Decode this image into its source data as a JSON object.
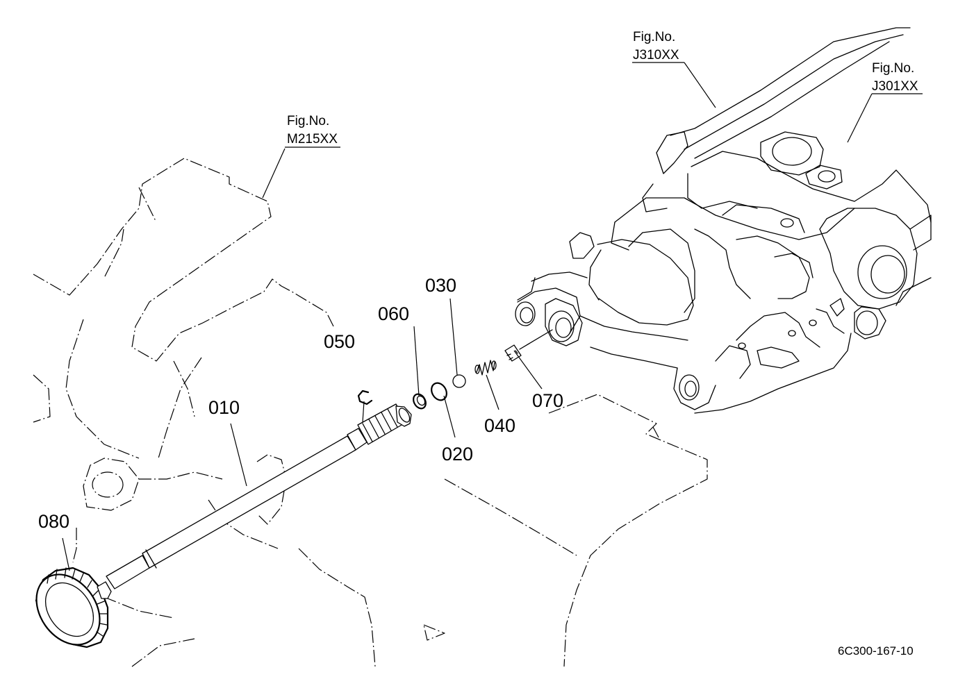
{
  "figure_references": [
    {
      "id": "m215",
      "line1": "Fig.No.",
      "line2": "M215XX"
    },
    {
      "id": "j310",
      "line1": "Fig.No.",
      "line2": "J310XX"
    },
    {
      "id": "j301",
      "line1": "Fig.No.",
      "line2": "J301XX"
    }
  ],
  "part_labels": {
    "p010": "010",
    "p020": "020",
    "p030": "030",
    "p040": "040",
    "p050": "050",
    "p060": "060",
    "p070": "070",
    "p080": "080"
  },
  "drawing_code": "6C300-167-10"
}
